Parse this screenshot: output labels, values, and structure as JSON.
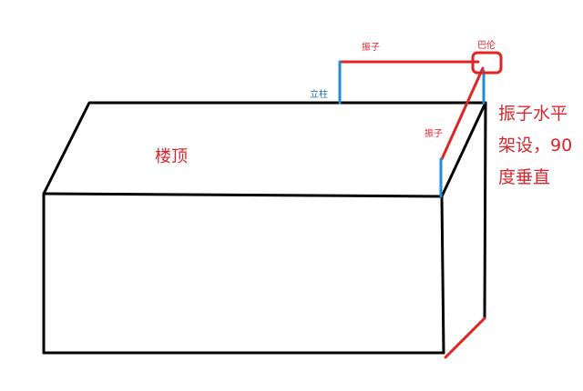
{
  "labels": {
    "roof": "楼顶",
    "pole": "立柱",
    "element_top": "振子",
    "element_side": "振子",
    "balun": "巴伦"
  },
  "note": {
    "line1": "振子水平",
    "line2": "架设，90",
    "line3": "度垂直"
  },
  "colors": {
    "outline": "#000000",
    "element": "#e02424",
    "pole": "#1e90d2",
    "label_blue": "#1e6ea8",
    "label_red": "#d9262c"
  }
}
